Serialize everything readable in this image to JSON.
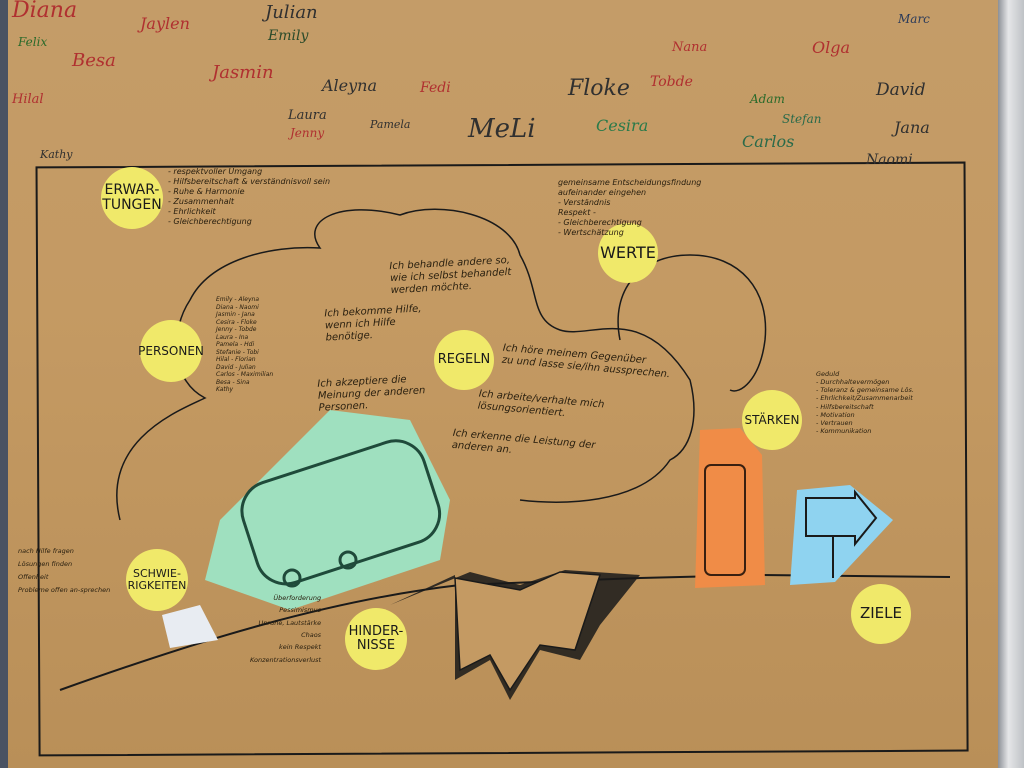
{
  "names": [
    {
      "t": "Diana",
      "c": "#b03030"
    },
    {
      "t": "Felix",
      "c": "#2a6a2a"
    },
    {
      "t": "Jaylen",
      "c": "#b03030"
    },
    {
      "t": "Julian",
      "c": "#303030"
    },
    {
      "t": "Emily",
      "c": "#2a4a2a"
    },
    {
      "t": "Besa",
      "c": "#b03030"
    },
    {
      "t": "Jasmin",
      "c": "#b03030"
    },
    {
      "t": "Hilal",
      "c": "#b03030"
    },
    {
      "t": "Aleyna",
      "c": "#303030"
    },
    {
      "t": "Fedi",
      "c": "#b03030"
    },
    {
      "t": "Laura",
      "c": "#303030"
    },
    {
      "t": "Jenny",
      "c": "#b03030"
    },
    {
      "t": "Pamela",
      "c": "#303030"
    },
    {
      "t": "MeLi",
      "c": "#303030"
    },
    {
      "t": "Floke",
      "c": "#303030"
    },
    {
      "t": "Tobde",
      "c": "#b03030"
    },
    {
      "t": "Cesira",
      "c": "#2a7a4a"
    },
    {
      "t": "Nana",
      "c": "#b03030"
    },
    {
      "t": "Olga",
      "c": "#b03030"
    },
    {
      "t": "Marc",
      "c": "#2a3a5a"
    },
    {
      "t": "Adam",
      "c": "#2a6a2a"
    },
    {
      "t": "Carlos",
      "c": "#2a6a4a"
    },
    {
      "t": "Stefan",
      "c": "#2a6a4a"
    },
    {
      "t": "David",
      "c": "#303030"
    },
    {
      "t": "Jana",
      "c": "#303030"
    },
    {
      "t": "Naomi",
      "c": "#303030"
    },
    {
      "t": "Kathy",
      "c": "#303030"
    }
  ],
  "labels": {
    "erwartungen": "ERWAR-\nTUNGEN",
    "werte": "WERTE",
    "personen": "PERSONEN",
    "regeln": "REGELN",
    "staerken": "STÄRKEN",
    "schwierigkeiten": "SCHWIE-\nRIGKEITEN",
    "hindernisse": "HINDER-\nNISSE",
    "ziele": "ZIELE"
  },
  "erwartungen_notes": [
    "- respektvoller Umgang",
    "- Hilfsbereitschaft & verständnisvoll sein",
    "- Ruhe & Harmonie",
    "- Zusammenhalt",
    "- Ehrlichkeit",
    "- Gleichberechtigung"
  ],
  "werte_notes": [
    "gemeinsame Entscheidungsfindung",
    "aufeinander eingehen",
    "- Verständnis",
    "Respekt -",
    "- Gleichberechtigung",
    "- Wertschätzung"
  ],
  "regeln": [
    "Ich behandle andere so,\nwie ich selbst behandelt\nwerden möchte.",
    "Ich bekomme Hilfe,\nwenn ich Hilfe\nbenötige.",
    "Ich akzeptiere die\nMeinung der anderen\nPersonen.",
    "Ich höre meinem Gegenüber\nzu und lasse sie/ihn aussprechen.",
    "Ich arbeite/verhalte mich\nlösungsorientiert.",
    "Ich erkenne die Leistung der\nanderen an."
  ],
  "staerken_notes": [
    "Geduld",
    "- Durchhaltevermögen",
    "- Toleranz & gemeinsame Lös.",
    "- Ehrlichkeit/Zusammenarbeit",
    "- Hilfsbereitschaft",
    "- Motivation",
    "- Vertrauen",
    "- Kommunikation"
  ],
  "schwierigkeiten_notes": [
    "nach Hilfe fragen",
    "Lösungen finden",
    "Offenheit",
    "Probleme offen an-sprechen"
  ],
  "hindernisse_notes": [
    "Überforderung",
    "Pessimismus",
    "Unruhe, Lautstärke",
    "Chaos",
    "kein Respekt",
    "Konzentrationsverlust"
  ],
  "personen_notes": [
    "Emily - Aleyna",
    "Diana - Naomi",
    "Jasmin - Jana",
    "Cesira - Floke",
    "Jenny - Tobde",
    "Laura - Ina",
    "Pamela - Hdi",
    "Stefanie - Tobi",
    "Hilal - Florian",
    "David - Julian",
    "Carlos - Maximilian",
    "Besa - Sina",
    "Kathy"
  ]
}
